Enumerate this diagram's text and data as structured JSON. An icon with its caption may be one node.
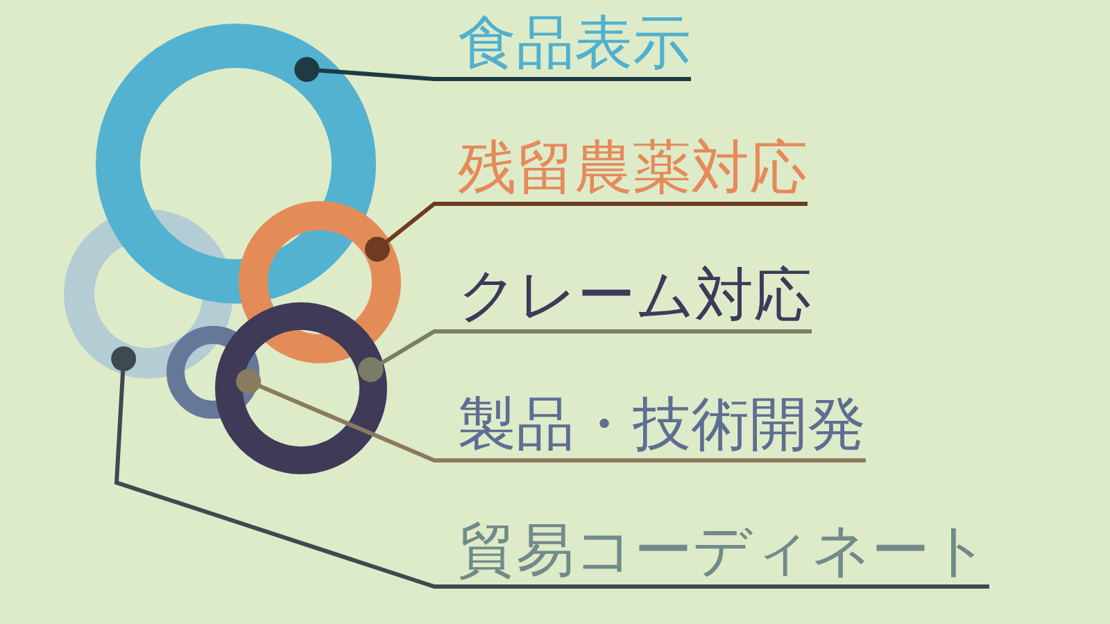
{
  "diagram": {
    "nodes": [
      {
        "text": [
          "食品表示"
        ]
      },
      {
        "text": [
          "残留農薬対応"
        ]
      },
      {
        "text": [
          "クレーム対応"
        ]
      },
      {
        "text": [
          "製品・技術開発"
        ]
      },
      {
        "text": [
          "貿易コーディネート"
        ]
      },
      {
        "text": [],
        "shape": "circle"
      },
      {
        "text": [],
        "shape": "circle"
      },
      {
        "text": [],
        "shape": "circle"
      },
      {
        "text": [],
        "shape": "circle"
      },
      {
        "text": [],
        "shape": "circle"
      }
    ],
    "edges": [
      {
        "from": 0,
        "to": 7,
        "arrow": "other",
        "color": "#1e3a44"
      },
      {
        "from": 1,
        "to": 9,
        "arrow": "other",
        "color": "#6e3b22"
      },
      {
        "from": 2,
        "to": 8,
        "arrow": "other",
        "color": "#7a7d66"
      },
      {
        "from": 3,
        "to": 6,
        "arrow": "other",
        "color": "#8a7a60"
      },
      {
        "from": 4,
        "to": 5,
        "arrow": "other",
        "color": "#3e4a4f"
      }
    ]
  }
}
